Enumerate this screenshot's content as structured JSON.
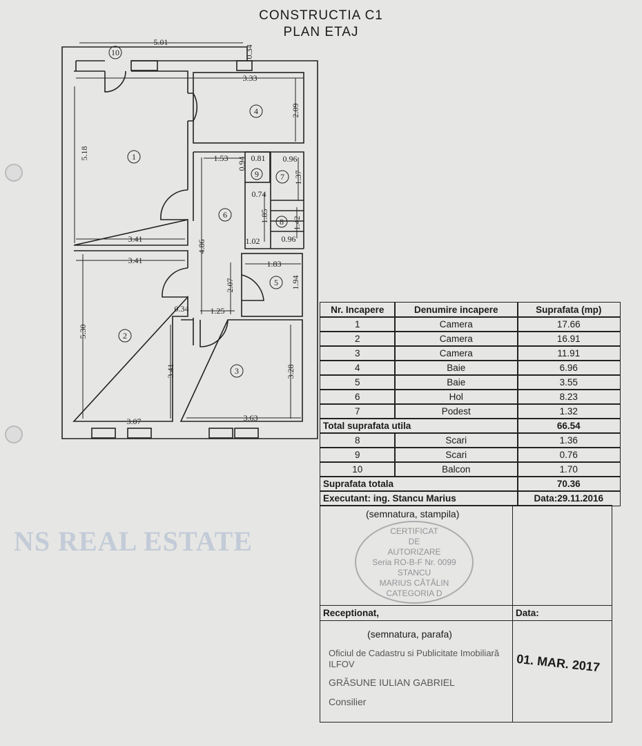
{
  "header": {
    "line1": "CONSTRUCTIA C1",
    "line2": "PLAN ETAJ"
  },
  "plan": {
    "room_numbers": [
      "1",
      "2",
      "3",
      "4",
      "5",
      "6",
      "7",
      "8",
      "9",
      "10"
    ],
    "dims": {
      "d501": "5.01",
      "d034a": "0.34",
      "d333": "3.33",
      "d209": "2.09",
      "d518": "5.18",
      "d153": "1.53",
      "d094": "0.94",
      "d081": "0.81",
      "d096a": "0.96",
      "d137": "1.37",
      "d074": "0.74",
      "d185": "1.85",
      "d142": "1.42",
      "d102": "1.02",
      "d096b": "0.96",
      "d341a": "3.41",
      "d486": "4.86",
      "d341b": "3.41",
      "d183": "1.83",
      "d207": "2.07",
      "d194": "1.94",
      "d034b": "0.34",
      "d125": "1.25",
      "d530": "5.30",
      "d341c": "3.41",
      "d328": "3.28",
      "d307": "3.07",
      "d363": "3.63"
    }
  },
  "table": {
    "headers": [
      "Nr. Incapere",
      "Denumire incapere",
      "Suprafata (mp)"
    ],
    "rows": [
      {
        "nr": "1",
        "name": "Camera",
        "area": "17.66"
      },
      {
        "nr": "2",
        "name": "Camera",
        "area": "16.91"
      },
      {
        "nr": "3",
        "name": "Camera",
        "area": "11.91"
      },
      {
        "nr": "4",
        "name": "Baie",
        "area": "6.96"
      },
      {
        "nr": "5",
        "name": "Baie",
        "area": "3.55"
      },
      {
        "nr": "6",
        "name": "Hol",
        "area": "8.23"
      },
      {
        "nr": "7",
        "name": "Podest",
        "area": "1.32"
      }
    ],
    "total_util_label": "Total suprafata utila",
    "total_util_value": "66.54",
    "rows2": [
      {
        "nr": "8",
        "name": "Scari",
        "area": "1.36"
      },
      {
        "nr": "9",
        "name": "Scari",
        "area": "0.76"
      },
      {
        "nr": "10",
        "name": "Balcon",
        "area": "1.70"
      }
    ],
    "total_label": "Suprafata totala",
    "total_value": "70.36",
    "executant": "Executant: ing. Stancu Marius",
    "executant_date": "Data:29.11.2016",
    "signature_note": "(semnatura, stampila)",
    "receptionat": "Receptionat,",
    "receptionat_date_label": "Data:",
    "receptionat_note": "(semnatura, parafa)",
    "office_line1": "Oficiul de Cadastru si Publicitate Imobiliară ILFOV",
    "office_line2": "GRĂSUNE IULIAN GABRIEL",
    "office_line3": "Consilier",
    "date_stamp": "01. MAR. 2017"
  },
  "stamp": {
    "lines": [
      "CERTIFICAT",
      "DE",
      "AUTORIZARE",
      "Seria RO-B-F Nr. 0099",
      "STANCU",
      "MARIUS CĂTĂLIN",
      "CATEGORIA D"
    ]
  },
  "watermark": {
    "text": "NS REAL ESTATE",
    "color": "#9fb3cc",
    "accent": "#e6c873"
  }
}
